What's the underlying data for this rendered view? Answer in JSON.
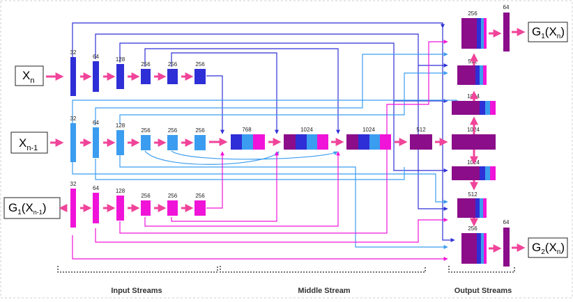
{
  "colors": {
    "blue": "#2e2fd6",
    "lightblue": "#3b9df0",
    "magenta": "#f014d8",
    "purple": "#8b0d8a",
    "pink": "#f0449a"
  },
  "inputs": {
    "xn": {
      "main": "X",
      "sub": "n"
    },
    "xn1": {
      "main": "X",
      "sub": "n-1"
    },
    "g1": {
      "pre": "G",
      "sub1": "1",
      "mid": "(X",
      "sub2": "n-1",
      "post": ")"
    }
  },
  "outputs": {
    "g1": {
      "pre": "G",
      "sub1": "1",
      "mid": "(X",
      "sub2": "n",
      "post": ")"
    },
    "g2": {
      "pre": "G",
      "sub1": "2",
      "mid": "(X",
      "sub2": "n",
      "post": ")"
    }
  },
  "labels": {
    "c32": "32",
    "c64": "64",
    "c128": "128",
    "c256": "256",
    "c768": "768",
    "c1024": "1024",
    "c512": "512"
  },
  "streams": {
    "input": "Input Streams",
    "middle": "Middle Stream",
    "output": "Output Streams"
  }
}
